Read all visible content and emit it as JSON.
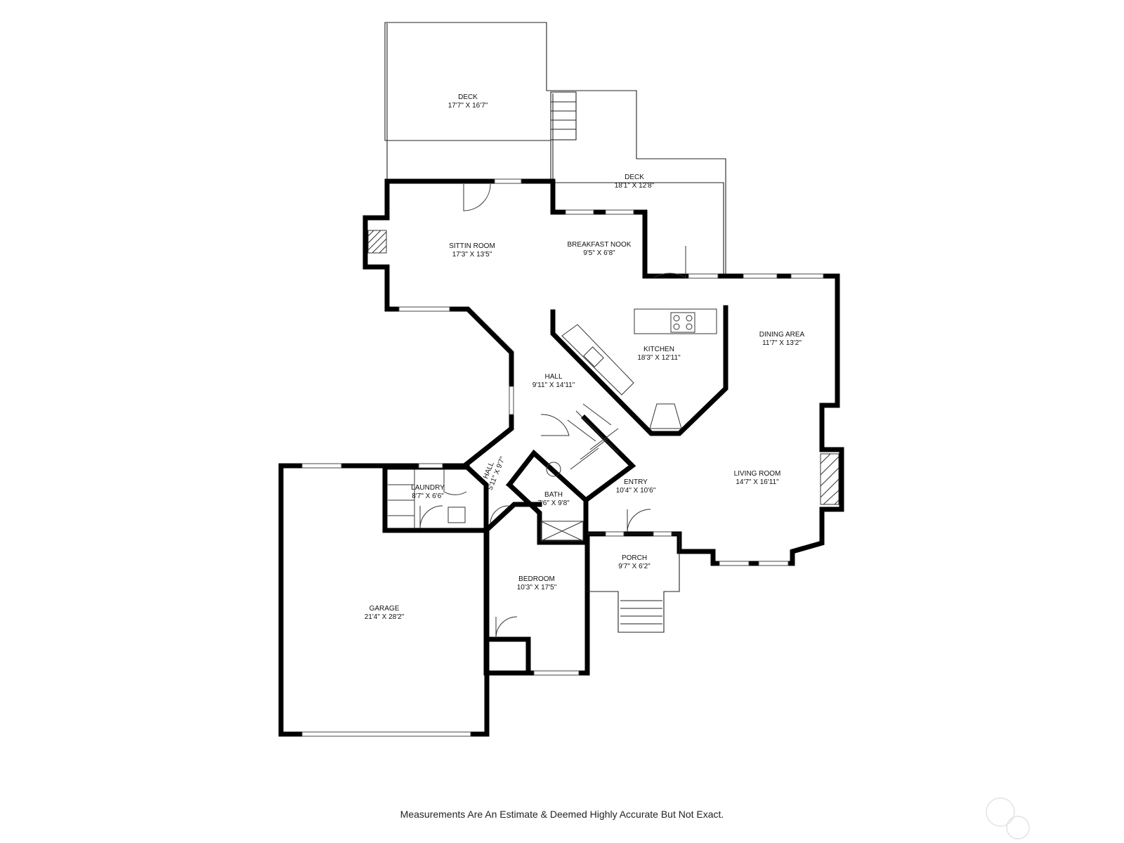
{
  "rooms": [
    {
      "key": "deck_top",
      "name": "DECK",
      "size": "17'7\" X 16'7\""
    },
    {
      "key": "deck_right",
      "name": "DECK",
      "size": "18'1\" X 12'8\""
    },
    {
      "key": "sitting",
      "name": "SITTIN ROOM",
      "size": "17'3\" X 13'5\""
    },
    {
      "key": "nook",
      "name": "BREAKFAST NOOK",
      "size": "9'5\" X 6'8\""
    },
    {
      "key": "kitchen",
      "name": "KITCHEN",
      "size": "18'3\" X 12'11\""
    },
    {
      "key": "dining",
      "name": "DINING AREA",
      "size": "11'7\" X 13'2\""
    },
    {
      "key": "hall_main",
      "name": "HALL",
      "size": "9'11\" X 14'11\""
    },
    {
      "key": "hall_small",
      "name": "HALL",
      "size": "5'11\" X 9'7\""
    },
    {
      "key": "laundry",
      "name": "LAUNDRY",
      "size": "8'7\" X 6'6\""
    },
    {
      "key": "bath",
      "name": "BATH",
      "size": "7'6\" X 9'8\""
    },
    {
      "key": "entry",
      "name": "ENTRY",
      "size": "10'4\" X 10'6\""
    },
    {
      "key": "living",
      "name": "LIVING ROOM",
      "size": "14'7\" X 16'11\""
    },
    {
      "key": "porch",
      "name": "PORCH",
      "size": "9'7\" X 6'2\""
    },
    {
      "key": "bedroom",
      "name": "BEDROOM",
      "size": "10'3\" X 17'5\""
    },
    {
      "key": "garage",
      "name": "GARAGE",
      "size": "21'4\" X 28'2\""
    }
  ],
  "disclaimer": "Measurements Are An Estimate & Deemed Highly Accurate But Not Exact.",
  "colors": {
    "wall": "#000000",
    "background": "#ffffff"
  }
}
